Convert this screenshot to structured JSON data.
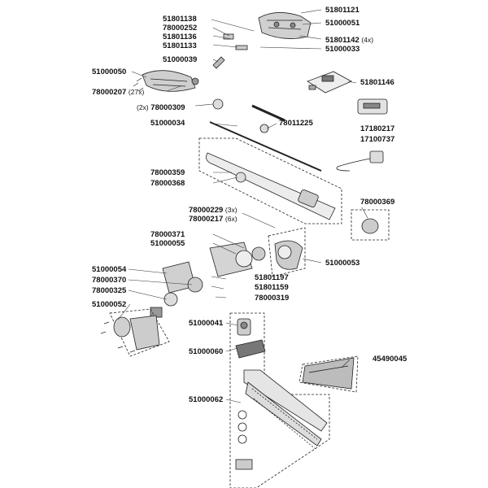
{
  "parts": {
    "p51801138": "51801138",
    "p78000252": "78000252",
    "p51801136": "51801136",
    "p51801133": "51801133",
    "p51000039": "51000039",
    "p51000050": "51000050",
    "p78000207": "78000207",
    "q78000207": "(27x)",
    "p78000309": "78000309",
    "q78000309": "(2x)",
    "p51000034": "51000034",
    "p51801121": "51801121",
    "p51000051": "51000051",
    "p51801142": "51801142",
    "q51801142": "(4x)",
    "p51000033": "51000033",
    "p51801146": "51801146",
    "p78011225": "78011225",
    "p17180217": "17180217",
    "p17100737": "17100737",
    "p78000359": "78000359",
    "p78000368": "78000368",
    "p78000369": "78000369",
    "p78000229": "78000229",
    "q78000229": "(3x)",
    "p78000217": "78000217",
    "q78000217": "(6x)",
    "p78000371": "78000371",
    "p51000055": "51000055",
    "p51000053": "51000053",
    "p51000054": "51000054",
    "p78000370": "78000370",
    "p78000325": "78000325",
    "p51801197": "51801197",
    "p51801159": "51801159",
    "p78000319": "78000319",
    "p51000052": "51000052",
    "p51000041": "51000041",
    "p51000060": "51000060",
    "p45490045": "45490045",
    "p51000062": "51000062"
  },
  "colors": {
    "line": "#222222",
    "part_fill": "#d9d9d9",
    "dark": "#555555"
  }
}
